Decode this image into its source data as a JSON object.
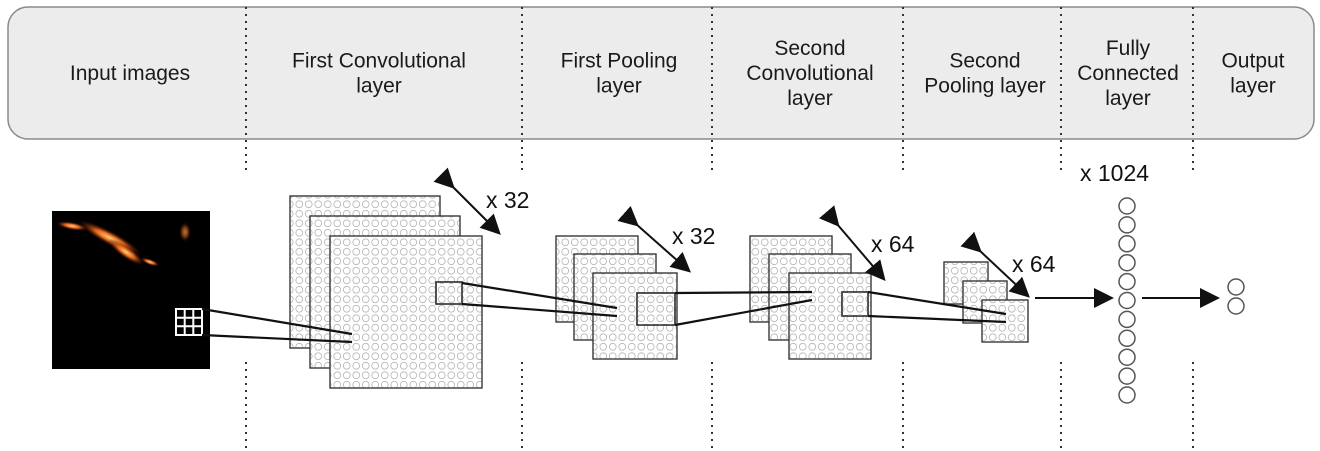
{
  "header": {
    "layers": [
      {
        "label_lines": [
          "Input images"
        ]
      },
      {
        "label_lines": [
          "First Convolutional",
          "layer"
        ]
      },
      {
        "label_lines": [
          "First Pooling",
          "layer"
        ]
      },
      {
        "label_lines": [
          "Second",
          "Convolutional",
          "layer"
        ]
      },
      {
        "label_lines": [
          "Second",
          "Pooling layer"
        ]
      },
      {
        "label_lines": [
          "Fully",
          "Connected",
          "layer"
        ]
      },
      {
        "label_lines": [
          "Output",
          "layer"
        ]
      }
    ]
  },
  "multipliers": {
    "conv1": "x 32",
    "pool1": "x 32",
    "conv2": "x 64",
    "pool2": "x 64",
    "fc": "x 1024"
  },
  "network": {
    "fc_neuron_count_shown": 11,
    "output_neuron_count_shown": 2
  },
  "colors": {
    "header_fill": "#ececec",
    "header_stroke": "#8a8a8a",
    "input_image_bg": "#000000",
    "input_image_highlight": "#ff8a1a"
  }
}
